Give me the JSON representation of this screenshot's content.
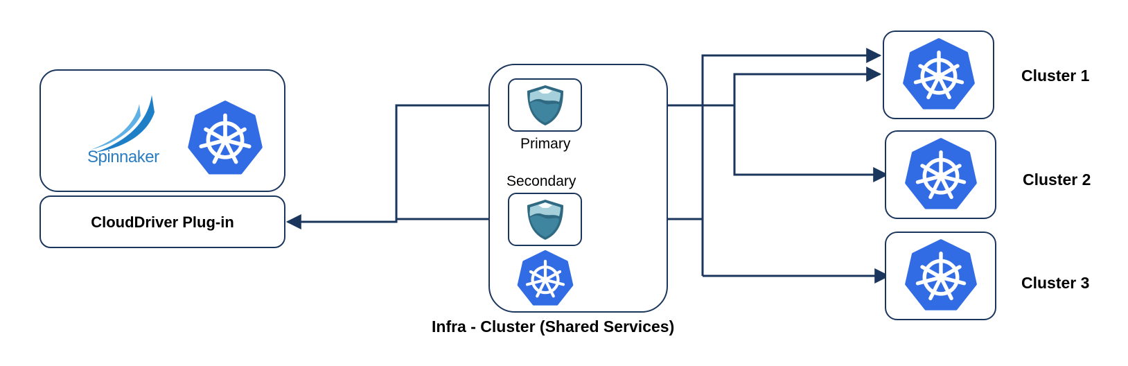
{
  "spinnaker": {
    "logo_text": "Spinnaker"
  },
  "plugin": {
    "label": "CloudDriver Plug-in"
  },
  "infra": {
    "caption": "Infra - Cluster (Shared Services)",
    "primary_label": "Primary",
    "secondary_label": "Secondary"
  },
  "clusters": [
    {
      "label": "Cluster 1"
    },
    {
      "label": "Cluster 2"
    },
    {
      "label": "Cluster 3"
    }
  ],
  "colors": {
    "line": "#1b365d",
    "k8s_blue": "#326ce5",
    "shield_dark": "#2f6a82",
    "spinnaker_blue": "#1e7fc6"
  }
}
